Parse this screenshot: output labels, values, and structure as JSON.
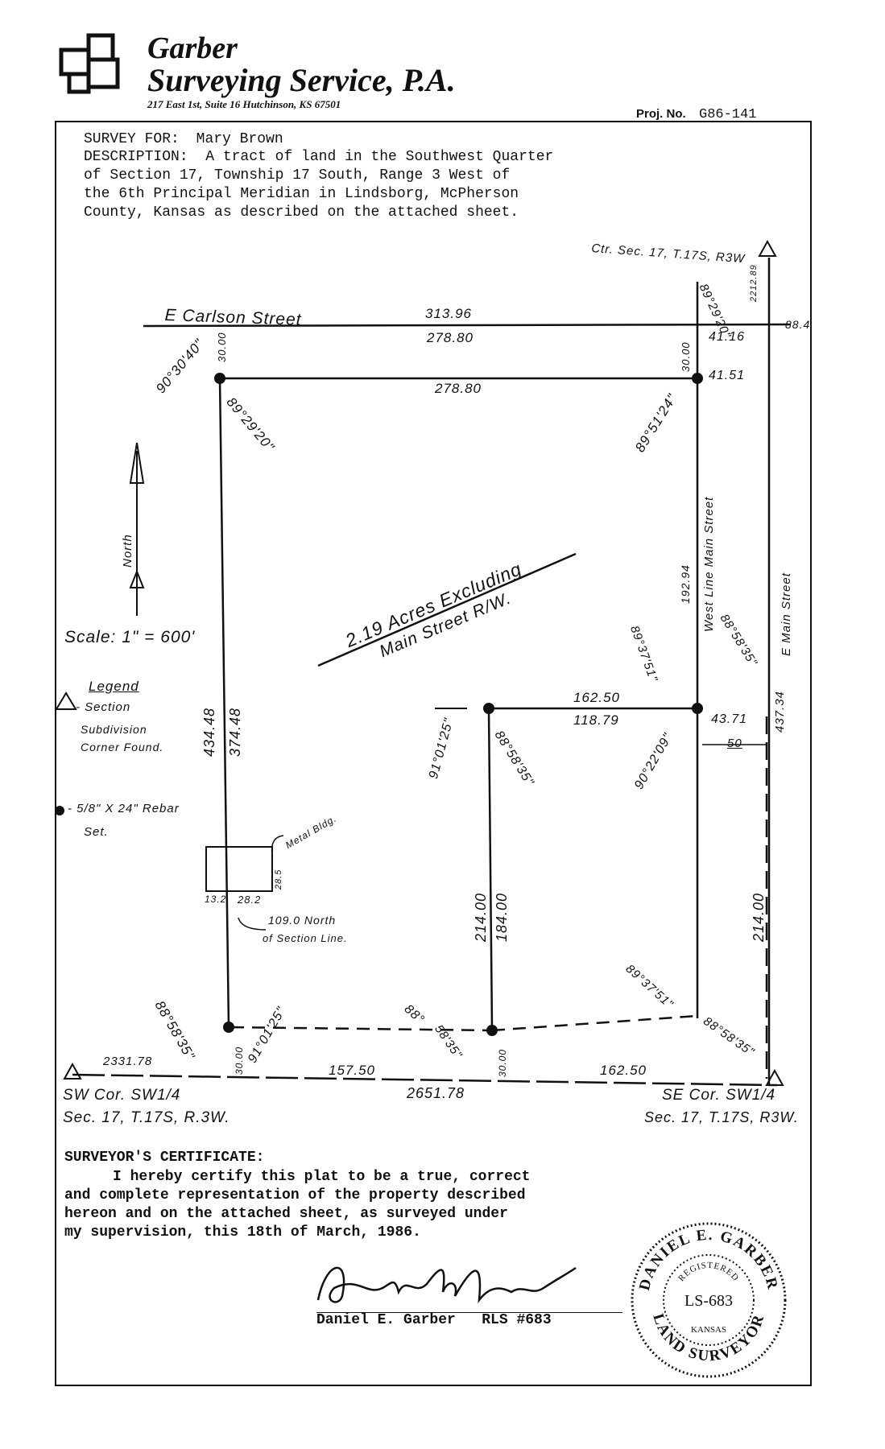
{
  "header": {
    "company_line1": "Garber",
    "company_line2": "Surveying Service, P.A.",
    "address": "217 East 1st, Suite 16 Hutchinson, KS 67501",
    "proj_label": "Proj. No.",
    "proj_no": "G86-141"
  },
  "survey": {
    "for_label": "SURVEY FOR:",
    "for_name": "Mary Brown",
    "desc_line1": "DESCRIPTION:  A tract of land in the Southwest Quarter",
    "desc_line2": "of Section 17, Township 17 South, Range 3 West of",
    "desc_line3": "the 6th Principal Meridian in Lindsborg, McPherson",
    "desc_line4": "County, Kansas as described on the attached sheet."
  },
  "plat": {
    "ctr_sec": "Ctr. Sec. 17, T.17S, R3W",
    "carlson_street": "E Carlson Street",
    "d_313_96": "313.96",
    "d_278_80_top": "278.80",
    "d_278_80_inner": "278.80",
    "ang_903040": "90°30'40\"",
    "ang_892920_left": "89°29'20\"",
    "ang_892920_top": "89°29'20\"",
    "d_2212_89": "2212.89",
    "d_88_4": "88.4",
    "d_41_16": "41.16",
    "d_41_51": "41.51",
    "d_30_00_a": "30.00",
    "d_30_00_b": "30.00",
    "ang_895124": "89°51'24\"",
    "west_line_main": "West Line Main Street",
    "e_main_street": "E Main Street",
    "d_192_94": "192.94",
    "acres_line1": "2.19 Acres Excluding",
    "acres_line2": "Main Street R/W.",
    "north_label": "North",
    "scale": "Scale: 1\" = 600'",
    "legend_title": "Legend",
    "legend_tri_line1": "- Section",
    "legend_tri_line2": "Subdivision",
    "legend_tri_line3": "Corner Found.",
    "legend_dot_line1": "- 5/8\" X 24\" Rebar",
    "legend_dot_line2": "Set.",
    "d_434_48": "434.48",
    "d_374_48": "374.48",
    "d_162_50_mid": "162.50",
    "d_118_79": "118.79",
    "d_43_71": "43.71",
    "d_50": "50",
    "d_437_34": "437.34",
    "ang_893751_upper": "89°37'51\"",
    "ang_885835_right": "88°58'35\"",
    "ang_910125_mid": "91°01'25\"",
    "ang_885835_mid": "88°58'35\"",
    "ang_902209": "90°22'09\"",
    "metal_bldg": "Metal Bldg.",
    "bldg_13_2": "13.2",
    "bldg_28_2": "28.2",
    "bldg_28_5": "28.5",
    "bldg_note1": "109.0 North",
    "bldg_note2": "of Section Line.",
    "d_214_00_mid": "214.00",
    "d_184_00": "184.00",
    "d_214_00_right": "214.00",
    "ang_893751_lower": "89°37'51\"",
    "ang_885835_bl": "88°58'35\"",
    "ang_910125_bl": "91°01'25\"",
    "ang_88_deg": "88°",
    "ang_58_35": "58'35\"",
    "ang_885835_br": "88°58'35\"",
    "d_30_00_c": "30.00",
    "d_30_00_d": "30.00",
    "d_2331_78": "2331.78",
    "d_157_50": "157.50",
    "d_162_50_bottom": "162.50",
    "d_2651_78": "2651.78",
    "sw_corner_line1": "SW Cor. SW1/4",
    "sw_corner_line2": "Sec. 17, T.17S, R.3W.",
    "se_corner_line1": "SE Cor. SW1/4",
    "se_corner_line2": "Sec. 17, T.17S, R3W."
  },
  "certificate": {
    "title": "SURVEYOR'S CERTIFICATE:",
    "line1": "I hereby certify this plat to be a true, correct",
    "line2": "and complete representation of the property described",
    "line3": "hereon and on the attached sheet, as surveyed under",
    "line4": "my supervision, this 18th of March, 1986.",
    "signer": "Daniel E. Garber   RLS #683",
    "signature_text": "Daniel E. Garber"
  },
  "seal": {
    "outer": "DANIEL E. GARBER",
    "registered": "REGISTERED",
    "number": "LS-683",
    "state": "KANSAS",
    "bottom": "LAND SURVEYOR"
  }
}
